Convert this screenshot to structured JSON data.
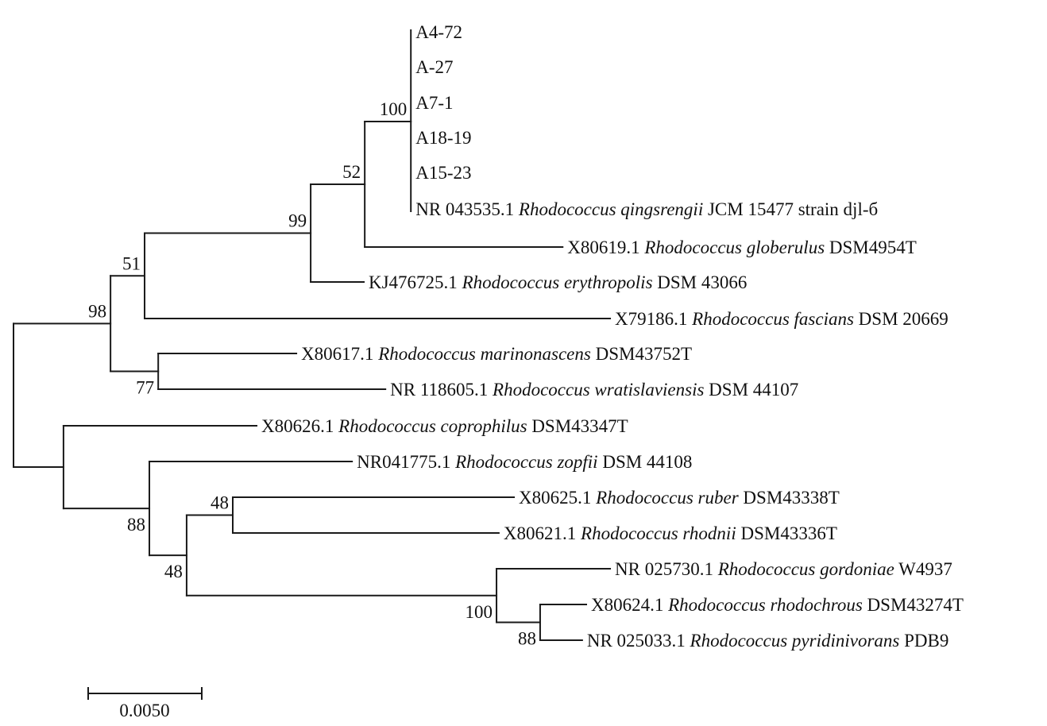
{
  "figure": {
    "type": "phylogenetic-tree",
    "scale_bar": {
      "value": 0.005,
      "label": "0.0050"
    }
  },
  "chart_data": {
    "type": "tree",
    "title": "",
    "scale_bar_label": "0.0050",
    "scale_bar_value": 0.005,
    "tree": {
      "id": "root",
      "children": [
        {
          "id": "n98",
          "bootstrap": "98",
          "length": 0.00427,
          "children": [
            {
              "id": "n51",
              "bootstrap": "51",
              "length": 0.0015,
              "children": [
                {
                  "id": "n99",
                  "bootstrap": "99",
                  "length": 0.00731,
                  "children": [
                    {
                      "id": "n52",
                      "bootstrap": "52",
                      "length": 0.00238,
                      "children": [
                        {
                          "id": "n100a",
                          "bootstrap": "100",
                          "length": 0.00203,
                          "children": [
                            {
                              "tip": true,
                              "length": 0,
                              "accession": "A4-72",
                              "species": "",
                              "strain": ""
                            },
                            {
                              "tip": true,
                              "length": 0,
                              "accession": "A-27",
                              "species": "",
                              "strain": ""
                            },
                            {
                              "tip": true,
                              "length": 0,
                              "accession": "A7-1",
                              "species": "",
                              "strain": ""
                            },
                            {
                              "tip": true,
                              "length": 0,
                              "accession": "A18-19",
                              "species": "",
                              "strain": ""
                            },
                            {
                              "tip": true,
                              "length": 0,
                              "accession": "A15-23",
                              "species": "",
                              "strain": ""
                            },
                            {
                              "tip": true,
                              "length": 0,
                              "accession": "NR 043535.1",
                              "species": "Rhodococcus qingsrengii",
                              "strain": "JCM 15477 strain djl-б"
                            }
                          ]
                        },
                        {
                          "tip": true,
                          "length": 0.00871,
                          "accession": "X80619.1",
                          "species": "Rhodococcus globerulus",
                          "strain": "DSM4954T"
                        }
                      ]
                    },
                    {
                      "tip": true,
                      "length": 0.00234,
                      "accession": "KJ476725.1",
                      "species": "Rhodococcus erythropolis",
                      "strain": "DSM 43066"
                    }
                  ]
                },
                {
                  "tip": true,
                  "length": 0.02049,
                  "accession": "X79186.1",
                  "species": "Rhodococcus fascians",
                  "strain": "DSM 20669"
                }
              ]
            },
            {
              "id": "n77",
              "bootstrap": "77",
              "bootstrap_pos": "below",
              "length": 0.0021,
              "children": [
                {
                  "tip": true,
                  "length": 0.00608,
                  "accession": "X80617.1",
                  "species": "Rhodococcus marinonascens",
                  "strain": "DSM43752T"
                },
                {
                  "tip": true,
                  "length": 0.01,
                  "accession": "NR 118605.1",
                  "species": "Rhodococcus wratislaviensis",
                  "strain": "DSM 44107"
                }
              ]
            }
          ]
        },
        {
          "id": "nL",
          "bootstrap": "",
          "length": 0.0022,
          "children": [
            {
              "tip": true,
              "length": 0.0085,
              "accession": "X80626.1",
              "species": "Rhodococcus coprophilus",
              "strain": "DSM43347T"
            },
            {
              "id": "n88a",
              "bootstrap": "88",
              "bootstrap_pos": "below",
              "length": 0.00378,
              "children": [
                {
                  "tip": true,
                  "length": 0.00892,
                  "accession": "NR041775.1",
                  "species": "Rhodococcus zopfii",
                  "strain": "DSM 44108"
                },
                {
                  "id": "n48b",
                  "bootstrap": "48",
                  "bootstrap_pos": "below",
                  "length": 0.00164,
                  "children": [
                    {
                      "id": "n48a",
                      "bootstrap": "48",
                      "length": 0.00203,
                      "children": [
                        {
                          "tip": true,
                          "length": 0.01238,
                          "accession": "X80625.1",
                          "species": "Rhodococcus ruber",
                          "strain": "DSM43338T"
                        },
                        {
                          "tip": true,
                          "length": 0.01171,
                          "accession": "X80621.1",
                          "species": "Rhodococcus rhodnii",
                          "strain": "DSM43336T"
                        }
                      ]
                    },
                    {
                      "id": "n100b",
                      "bootstrap": "100",
                      "bootstrap_pos": "below",
                      "length": 0.01364,
                      "children": [
                        {
                          "tip": true,
                          "length": 0.005,
                          "accession": "NR 025730.1",
                          "species": "Rhodococcus gordoniae",
                          "strain": "W4937"
                        },
                        {
                          "id": "n88b",
                          "bootstrap": "88",
                          "bootstrap_pos": "below",
                          "length": 0.00192,
                          "children": [
                            {
                              "tip": true,
                              "length": 0.00203,
                              "accession": "X80624.1",
                              "species": "Rhodococcus rhodochrous",
                              "strain": "DSM43274T"
                            },
                            {
                              "tip": true,
                              "length": 0.00185,
                              "accession": "NR 025033.1",
                              "species": "Rhodococcus pyridinivorans",
                              "strain": "PDB9"
                            }
                          ]
                        }
                      ]
                    }
                  ]
                }
              ]
            }
          ]
        }
      ]
    }
  }
}
